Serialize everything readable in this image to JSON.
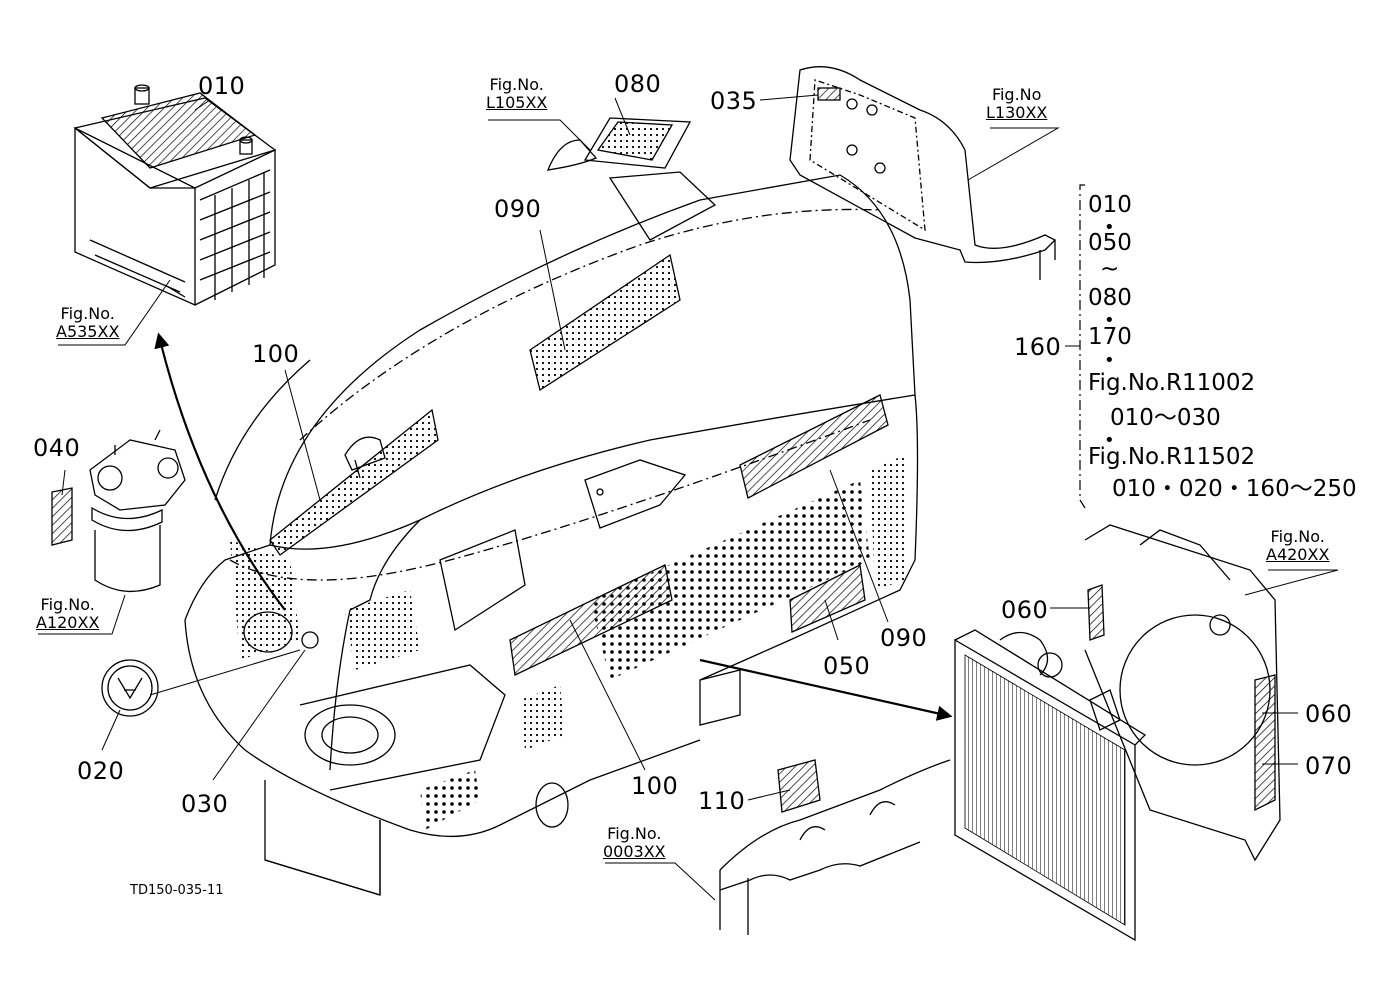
{
  "drawing_code": "TD150-035-11",
  "callouts": {
    "c010": "010",
    "c080": "080",
    "c035": "035",
    "c090a": "090",
    "c100a": "100",
    "c040": "040",
    "c020": "020",
    "c030": "030",
    "c100b": "100",
    "c050": "050",
    "c090b": "090",
    "c060a": "060",
    "c060b": "060",
    "c070": "070",
    "c110": "110",
    "c160": "160"
  },
  "figure_refs": {
    "l105": {
      "prefix": "Fig.No.",
      "number": "L105XX"
    },
    "l130": {
      "prefix": "Fig.No",
      "number": "L130XX"
    },
    "a535": {
      "prefix": "Fig.No.",
      "number": "A535XX"
    },
    "a120": {
      "prefix": "Fig.No.",
      "number": "A120XX"
    },
    "a420": {
      "prefix": "Fig.No.",
      "number": "A420XX"
    },
    "f0003": {
      "prefix": "Fig.No.",
      "number": "0003XX"
    }
  },
  "legend": {
    "l1": "010",
    "l2": "050",
    "l3": "~",
    "l4": "080",
    "l5": "170",
    "l6": "Fig.No.R11002",
    "l7": "010～030",
    "l8": "Fig.No.R11502",
    "l9": "010・020・160～250",
    "dot": "•"
  },
  "colors": {
    "ink": "#000000",
    "paper": "#ffffff"
  }
}
